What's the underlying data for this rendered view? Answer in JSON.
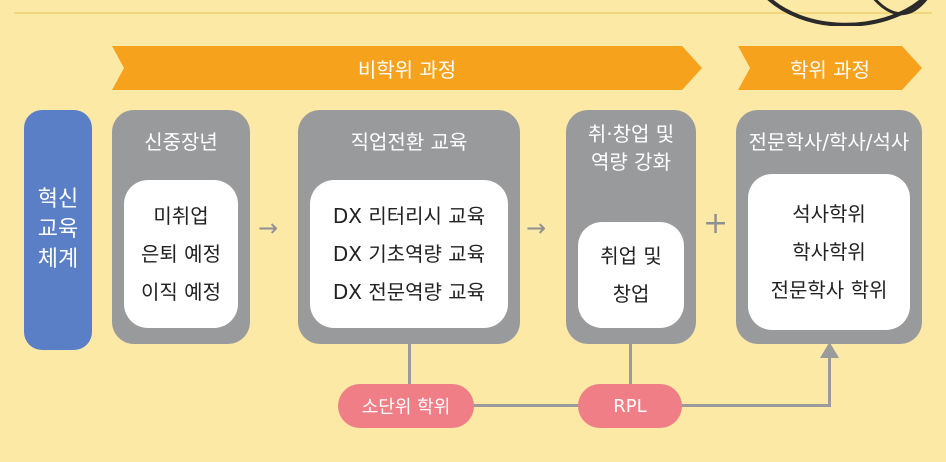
{
  "banners": {
    "non_degree": "비학위 과정",
    "degree": "학위 과정"
  },
  "side_label": [
    "혁신",
    "교육",
    "체계"
  ],
  "columns": [
    {
      "title": [
        "신중장년"
      ],
      "items": [
        "미취업",
        "은퇴 예정",
        "이직 예정"
      ]
    },
    {
      "title": [
        "직업전환 교육"
      ],
      "items": [
        "DX 리터리시 교육",
        "DX 기초역량 교육",
        "DX 전문역량 교육"
      ]
    },
    {
      "title": [
        "취·창업 및",
        "역량 강화"
      ],
      "items": [
        "취업 및",
        "창업"
      ]
    },
    {
      "title": [
        "전문학사/학사/석사"
      ],
      "items": [
        "석사학위",
        "학사학위",
        "전문학사 학위"
      ]
    }
  ],
  "symbols": {
    "arrow": "→",
    "plus": "+"
  },
  "bottom": {
    "microdegree": "소단위 학위",
    "rpl": "RPL"
  },
  "colors": {
    "background": "#fde9a6",
    "banner_orange": "#f7a21d",
    "side_blue": "#5b7fc7",
    "column_gray": "#999a9c",
    "pill_pink": "#f07e86"
  }
}
